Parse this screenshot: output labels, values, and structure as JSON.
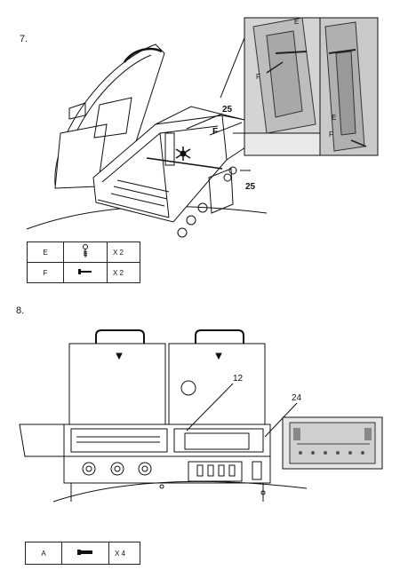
{
  "step7": {
    "number": "7.",
    "callouts": {
      "part25_top": "25",
      "part25_right": "25",
      "label_F_main": "F",
      "label_E_inset1": "E",
      "label_F_inset1": "F",
      "label_E_inset2": "E",
      "label_F_inset2": "F"
    },
    "parts": [
      {
        "letter": "E",
        "icon": "bolt-hook-icon",
        "qty": "X 2"
      },
      {
        "letter": "F",
        "icon": "pin-icon",
        "qty": "X 2"
      }
    ]
  },
  "step8": {
    "number": "8.",
    "callouts": {
      "part12": "12",
      "part24": "24"
    },
    "parts": [
      {
        "letter": "A",
        "icon": "screw-icon",
        "qty": "X 4"
      }
    ]
  }
}
